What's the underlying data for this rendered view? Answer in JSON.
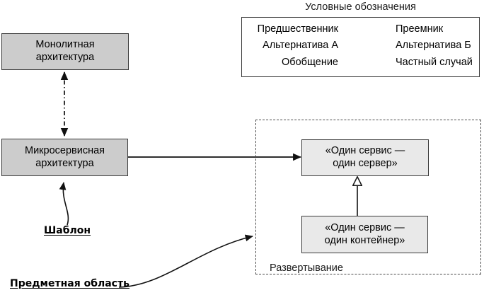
{
  "diagram": {
    "title_visible": false
  },
  "legend": {
    "title": "Условные обозначения",
    "rows": [
      {
        "left": "Предшественник",
        "right": "Преемник",
        "connector": "solid-filled-arrow-right"
      },
      {
        "left": "Альтернатива А",
        "right": "Альтернатива Б",
        "connector": "dash-dot-double-filled-arrow"
      },
      {
        "left": "Обобщение",
        "right": "Частный случай",
        "connector": "solid-hollow-triangle-left"
      }
    ]
  },
  "nodes": {
    "monolith": {
      "label": "Монолитная\nархитектура",
      "fill": "#cccccc"
    },
    "microservice": {
      "label": "Микросервисная\nархитектура",
      "fill": "#cccccc"
    },
    "one_service_one_server": {
      "label": "«Один сервис —\nодин сервер»",
      "fill": "#e9e9e9"
    },
    "one_service_one_container": {
      "label": "«Один сервис —\nодин контейнер»",
      "fill": "#e9e9e9"
    }
  },
  "annotations": {
    "pattern": "Шаблон",
    "subject_area": "Предметная область",
    "deployment": "Развертывание"
  },
  "colors": {
    "box_fill_dark": "#cccccc",
    "box_fill_light": "#e9e9e9",
    "stroke": "#3a3a3a",
    "text": "#1a1a1a",
    "background": "#ffffff"
  }
}
